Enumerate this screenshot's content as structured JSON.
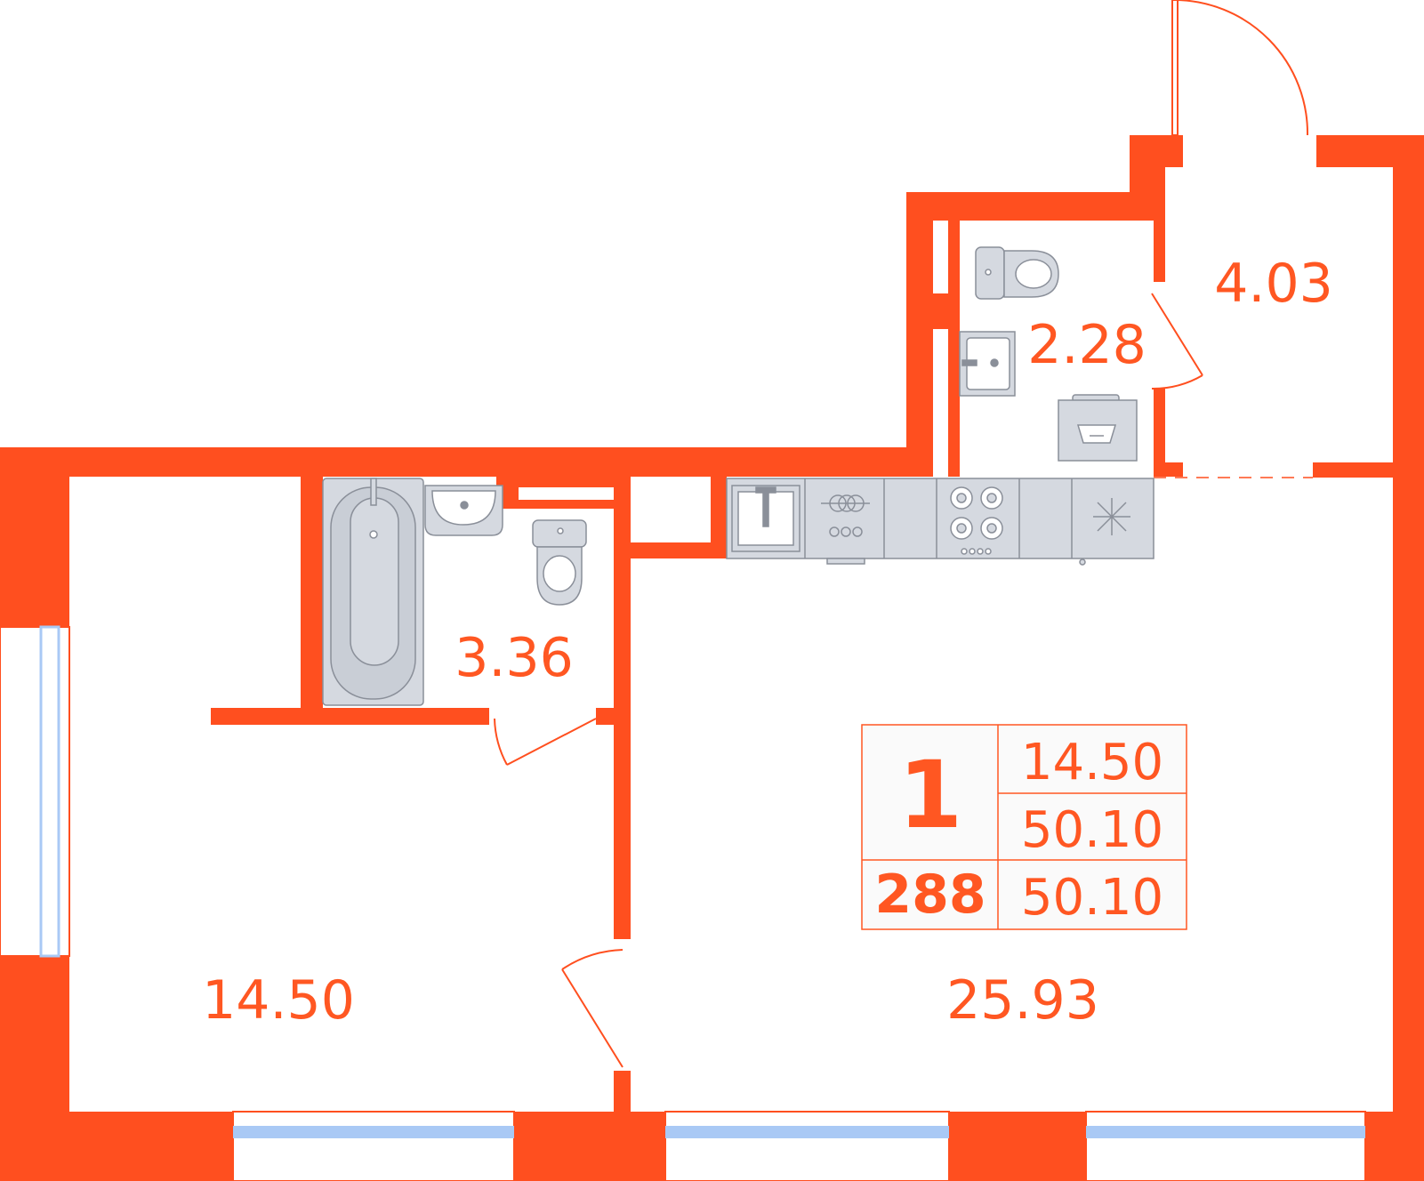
{
  "colors": {
    "wall": "#ff4f1f",
    "fixture_fill": "#d5d9e0",
    "fixture_stroke": "#8a8f99",
    "window_glass": "#a9c9f5",
    "table_bg": "#fafafa"
  },
  "rooms": [
    {
      "id": "bedroom",
      "area": "14.50"
    },
    {
      "id": "bathroom",
      "area": "3.36"
    },
    {
      "id": "toilet",
      "area": "2.28"
    },
    {
      "id": "hall",
      "area": "4.03"
    },
    {
      "id": "kitchen-living",
      "area": "25.93"
    }
  ],
  "info_table": {
    "rooms_count": "1",
    "apartment_number": "288",
    "living_area": "14.50",
    "total_area": "50.10",
    "total_area_2": "50.10"
  },
  "icons": [
    "toilet-icon",
    "sink-icon",
    "washing-machine-icon",
    "bathtub-icon",
    "kitchen-sink-icon",
    "dishwasher-icon",
    "stove-icon",
    "fridge-icon"
  ]
}
